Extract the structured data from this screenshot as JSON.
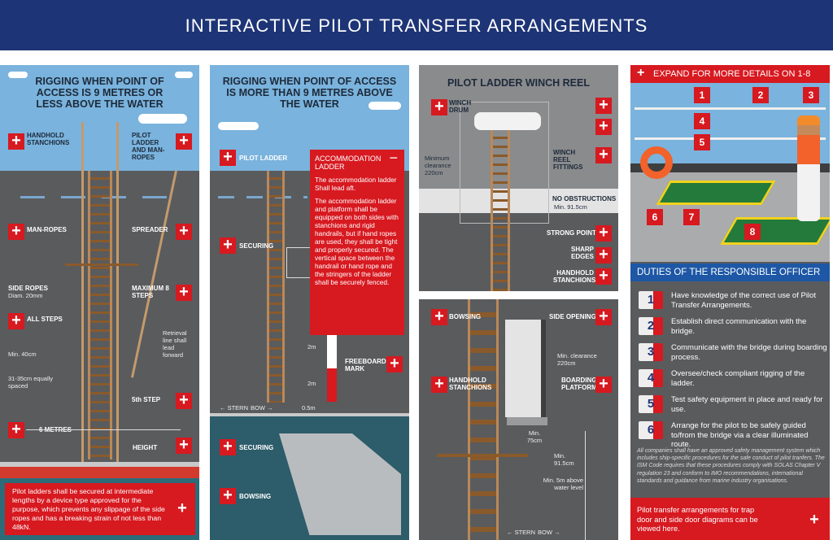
{
  "header": {
    "title": "INTERACTIVE PILOT TRANSFER ARRANGEMENTS"
  },
  "panel1": {
    "title": "RIGGING WHEN POINT OF ACCESS IS 9 METRES OR LESS ABOVE THE WATER",
    "labels": {
      "handhold": "HANDHOLD STANCHIONS",
      "pilot_ladder": "PILOT LADDER AND MAN-ROPES",
      "man_ropes": "MAN-ROPES",
      "spreader": "SPREADER",
      "side_ropes": "SIDE ROPES",
      "side_ropes_diam": "Diam. 20mm",
      "maximum": "MAXIMUM 8 STEPS",
      "all_steps": "ALL STEPS",
      "retrieval": "Retrieval line shall lead forward",
      "min40": "Min. 40cm",
      "spacing": "31-35cm equally spaced",
      "fifth_step": "5th STEP",
      "six_metres": "6 METRES",
      "height": "HEIGHT"
    },
    "note": "Pilot ladders shall be secured at intermediate lengths by a device type approved for the purpose, which prevents any slippage of the side ropes and has a breaking strain of not less than 48kN."
  },
  "panel2": {
    "title": "RIGGING WHEN POINT OF ACCESS IS MORE THAN 9 METRES ABOVE THE WATER",
    "labels": {
      "pilot_ladder": "PILOT LADDER",
      "securing": "SECURING",
      "freeboard": "FREEBOARD MARK",
      "two_m_a": "2m",
      "two_m_b": "2m",
      "half_m": "0.5m",
      "stern": "← STERN",
      "bow": "BOW →",
      "securing2": "SECURING",
      "bowsing": "BOWSING"
    },
    "popup": {
      "title": "ACCOMMODATION LADDER",
      "close": "−",
      "p1": "The accommodation ladder Shall lead aft.",
      "p2": "The accommodation ladder and platform shall be equipped on both sides with stanchions and rigid handrails, but if hand ropes are used, they shall be tight and properly secured. The vertical space between the handrail or hand rope and the stringers of the ladder shall be securely fenced."
    }
  },
  "panel3": {
    "title": "PILOT LADDER WINCH REEL",
    "labels": {
      "winch_drum": "WINCH DRUM",
      "clearance": "Minimum clearance 220cm",
      "fittings": "WINCH REEL FITTINGS",
      "no_obstructions": "NO OBSTRUCTIONS",
      "min915": "Min. 91.5cm",
      "strong_point": "STRONG POINT",
      "sharp_edges": "SHARP EDGES",
      "handhold": "HANDHOLD STANCHIONS"
    }
  },
  "panel3b": {
    "labels": {
      "bowsing": "BOWSING",
      "side_opening": "SIDE OPENING",
      "clearance": "Min. clearance 220cm",
      "handhold": "HANDHOLD STANCHIONS",
      "platform": "BOARDING PLATFORM",
      "min75": "Min. 75cm",
      "min915": "Min. 91.5cm",
      "min5m": "Min. 5m above water level",
      "stern": "← STERN",
      "bow": "BOW →"
    }
  },
  "panel4": {
    "expand": "EXPAND FOR MORE DETAILS ON 1-8",
    "numbers": [
      "1",
      "2",
      "3",
      "4",
      "5",
      "6",
      "7",
      "8"
    ],
    "duties_title": "DUTIES OF THE RESPONSIBLE OFFICER",
    "duties": [
      {
        "n": "1",
        "text": "Have knowledge of the correct use of Pilot Transfer Arrangements."
      },
      {
        "n": "2",
        "text": "Establish direct communication with the bridge."
      },
      {
        "n": "3",
        "text": "Communicate with the bridge during boarding process."
      },
      {
        "n": "4",
        "text": "Oversee/check compliant rigging of the ladder."
      },
      {
        "n": "5",
        "text": "Test safety equipment in place and ready for use."
      },
      {
        "n": "6",
        "text": "Arrange for the pilot to be safely guided to/from the bridge via a clear illuminated route."
      }
    ],
    "disclaimer": "All companies shall have an approved safety management system which includes ship-specific procedures for the safe conduct of pilot tranfers. The ISM Code requires that these procedures comply with SOLAS Chapter V regulation 23 and conform to IMO recommendations, international standards and guidance from marine industry organisations.",
    "footer": "Pilot transfer arrangements for trap door and side door diagrams can be viewed here."
  },
  "plus": "+"
}
